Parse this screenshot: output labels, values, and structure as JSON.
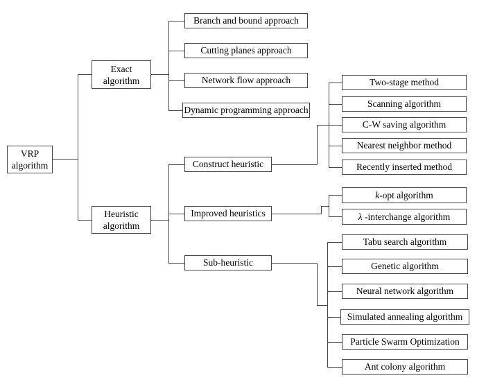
{
  "palette": {
    "background": "#ffffff",
    "box_border": "#454545",
    "connector_line": "#454545",
    "text": "#000000"
  },
  "nodes": {
    "vrp": {
      "label": "VRP algorithm"
    },
    "exact": {
      "label": "Exact algorithm"
    },
    "heuristic": {
      "label": "Heuristic algorithm"
    },
    "branch": {
      "label": "Branch and bound approach"
    },
    "cutting": {
      "label": "Cutting planes approach"
    },
    "network": {
      "label": "Network flow approach"
    },
    "dynamic": {
      "label": "Dynamic programming approach"
    },
    "construct": {
      "label": "Construct heuristic"
    },
    "improved": {
      "label": "Improved heuristics"
    },
    "sub": {
      "label": "Sub-heuristic"
    },
    "two_stage": {
      "label": "Two-stage method"
    },
    "scanning": {
      "label": "Scanning algorithm"
    },
    "cw": {
      "label": "C-W saving algorithm"
    },
    "nearest": {
      "label": "Nearest neighbor method"
    },
    "recently": {
      "label": "Recently inserted method"
    },
    "kopt": {
      "italic": "k",
      "label": "-opt algorithm"
    },
    "lambda": {
      "italic": "λ",
      "label": " -interchange algorithm"
    },
    "tabu": {
      "label": "Tabu search algorithm"
    },
    "genetic": {
      "label": "Genetic algorithm"
    },
    "neural": {
      "label": "Neural network algorithm"
    },
    "simulated": {
      "label": "Simulated annealing algorithm"
    },
    "particle": {
      "label": "Particle Swarm Optimization"
    },
    "ant": {
      "label": "Ant colony algorithm"
    }
  },
  "edges": [
    [
      "vrp",
      "exact"
    ],
    [
      "vrp",
      "heuristic"
    ],
    [
      "exact",
      "branch"
    ],
    [
      "exact",
      "cutting"
    ],
    [
      "exact",
      "network"
    ],
    [
      "exact",
      "dynamic"
    ],
    [
      "heuristic",
      "construct"
    ],
    [
      "heuristic",
      "improved"
    ],
    [
      "heuristic",
      "sub"
    ],
    [
      "construct",
      "two_stage"
    ],
    [
      "construct",
      "scanning"
    ],
    [
      "construct",
      "cw"
    ],
    [
      "construct",
      "nearest"
    ],
    [
      "construct",
      "recently"
    ],
    [
      "improved",
      "kopt"
    ],
    [
      "improved",
      "lambda"
    ],
    [
      "sub",
      "tabu"
    ],
    [
      "sub",
      "genetic"
    ],
    [
      "sub",
      "neural"
    ],
    [
      "sub",
      "simulated"
    ],
    [
      "sub",
      "particle"
    ],
    [
      "sub",
      "ant"
    ]
  ]
}
